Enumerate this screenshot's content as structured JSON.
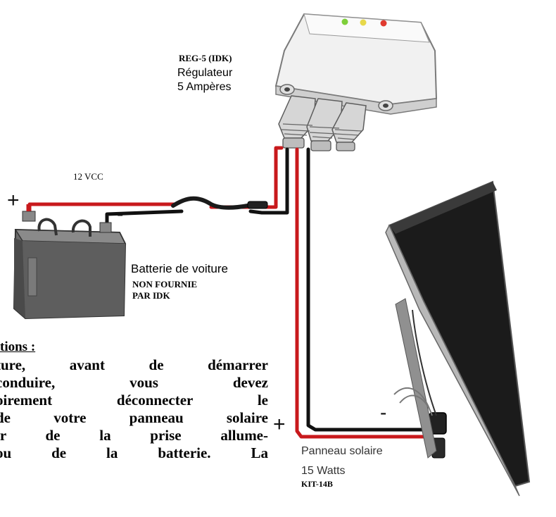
{
  "regulator": {
    "name": "REG-5 (IDK)",
    "line1": "Régulateur",
    "line2": "5 Ampères",
    "led_colors": [
      "#7ecf3a",
      "#e7d84a",
      "#e03a2f"
    ]
  },
  "battery": {
    "voltage": "12 VCC",
    "label": "Batterie de voiture",
    "note_line1": "NON FOURNIE",
    "note_line2": "PAR IDK",
    "plus": "+",
    "minus": "-"
  },
  "solar_panel": {
    "label": "Panneau solaire",
    "watts": "15 Watts",
    "kit": "KIT-14B",
    "plus": "+",
    "minus": "-"
  },
  "instructions": {
    "title": "tions :",
    "lines": [
      "ture, avant de démarrer",
      "conduire, vous devez",
      "oirement déconnecter le",
      "de votre panneau solaire",
      "ir de la prise allume-",
      "ou de la batterie. La"
    ]
  },
  "wire_colors": {
    "positive": "#c8191c",
    "negative": "#111111"
  }
}
